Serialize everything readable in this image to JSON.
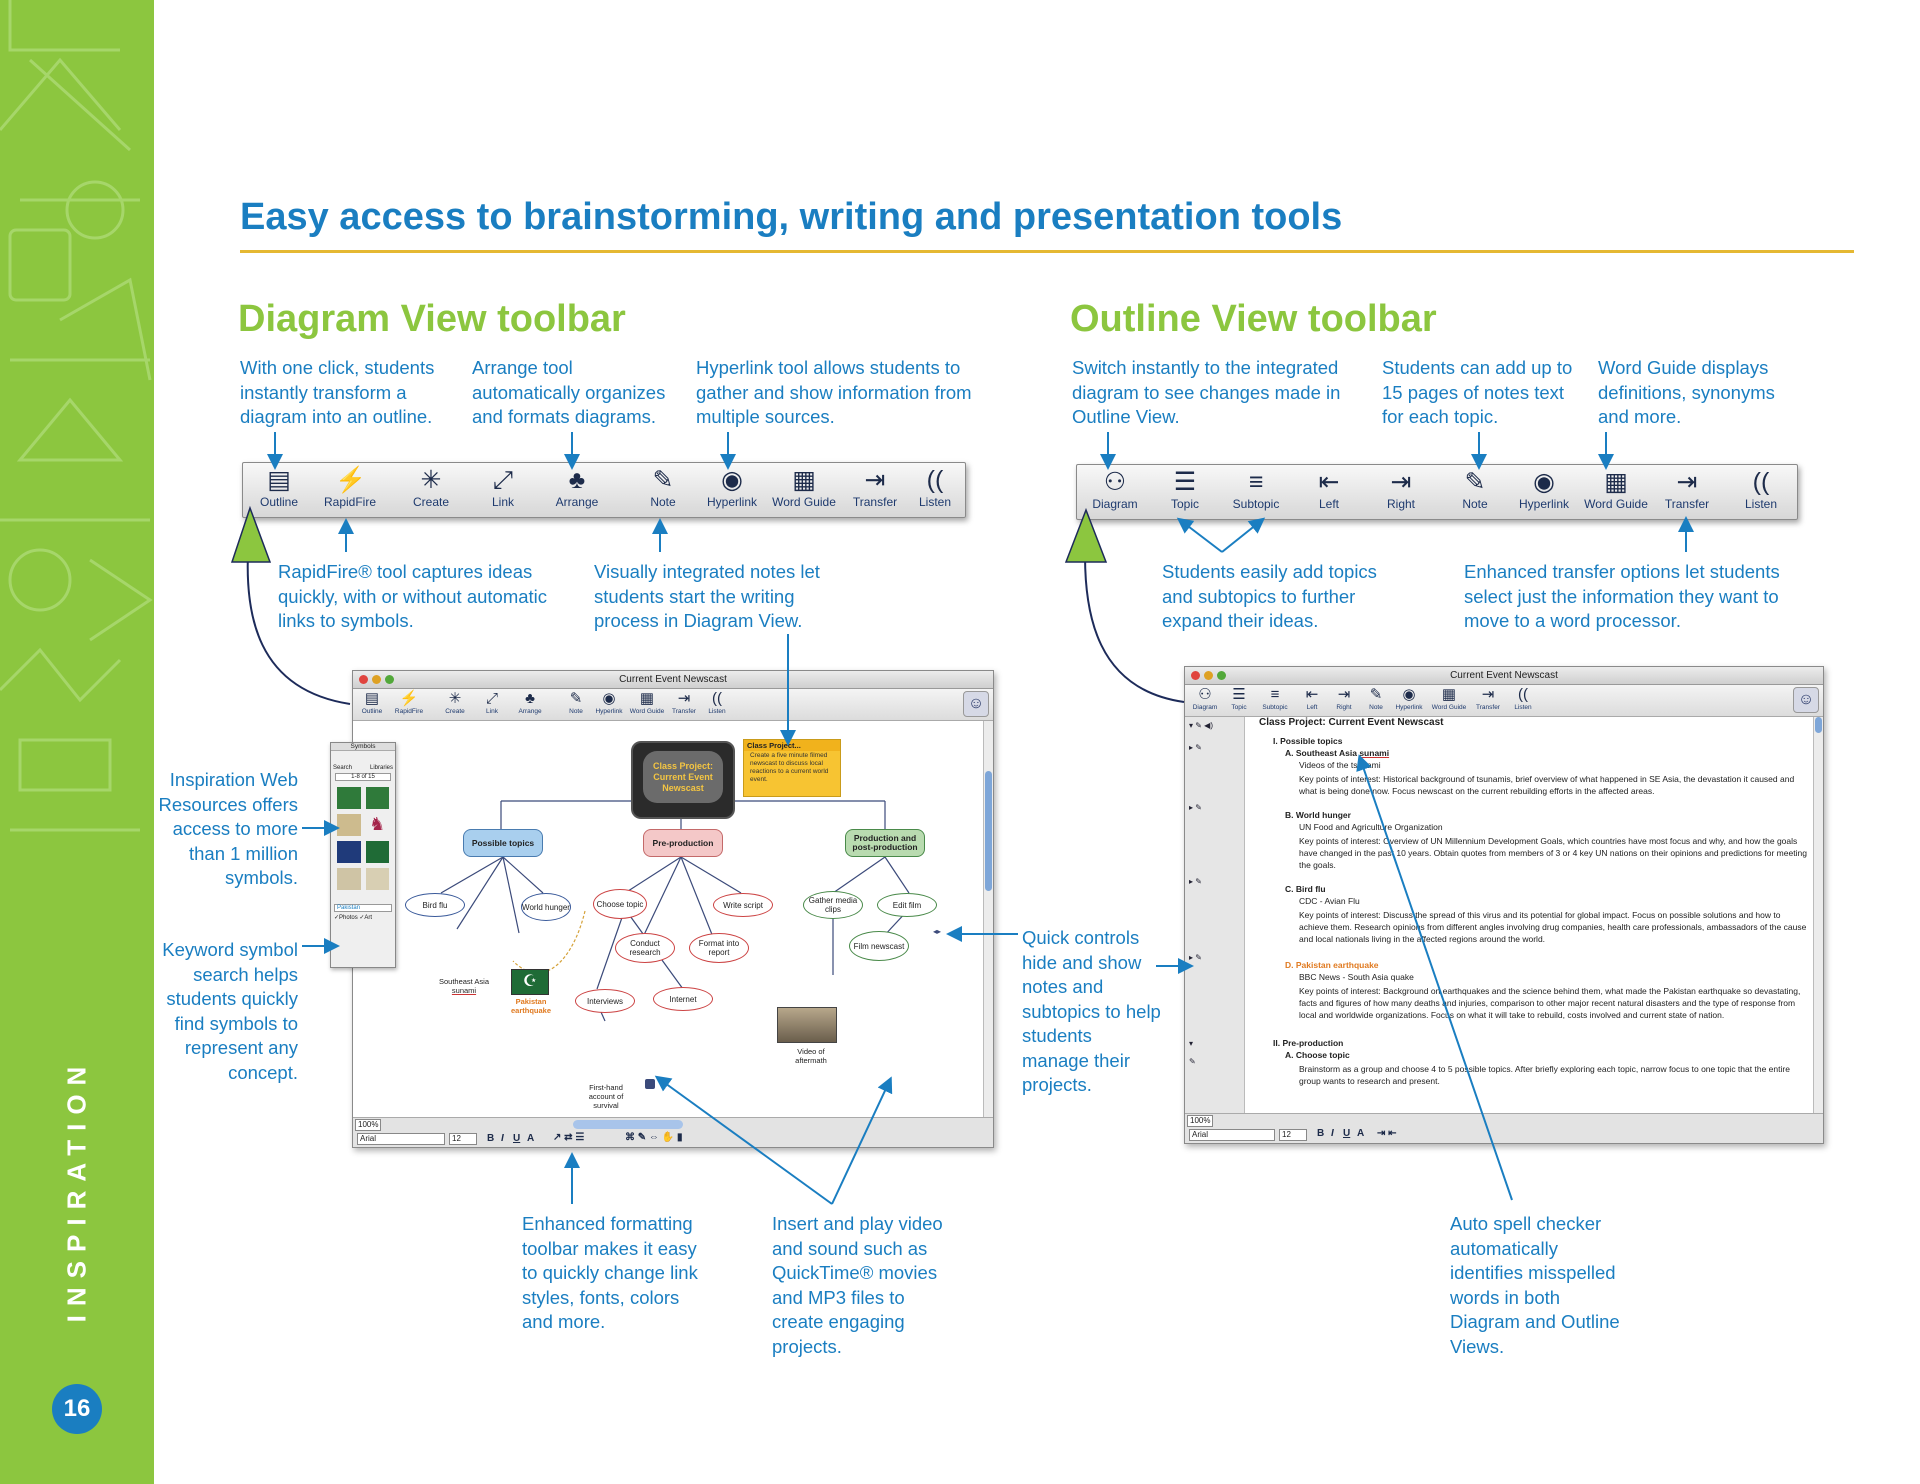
{
  "page": {
    "title": "Easy access to brainstorming, writing and presentation tools",
    "brand": "INSPIRATION",
    "page_number": "16",
    "colors": {
      "blue": "#1a7ec1",
      "green": "#8cc63f",
      "rule": "#e5b832"
    }
  },
  "diagram_section": {
    "heading": "Diagram View toolbar",
    "note_outline": "With one click, students instantly transform a diagram into an outline.",
    "note_arrange": "Arrange tool automatically organizes and formats diagrams.",
    "note_hyperlink": "Hyperlink tool allows students to gather and show information from multiple sources.",
    "note_rapidfire": "RapidFire® tool captures ideas quickly, with or without automatic links to symbols.",
    "note_notes": "Visually integrated notes let students start the writing process in Diagram View.",
    "note_web": "Inspiration Web Resources offers access to more than 1 million symbols.",
    "note_keyword": "Keyword symbol search helps students quickly find symbols to represent any concept.",
    "note_format": "Enhanced formatting toolbar makes it easy to quickly change link styles, fonts, colors and more.",
    "note_media": "Insert and play video and sound such as QuickTime® movies and MP3 files to create engaging projects.",
    "note_quick": "Quick controls hide and show notes and subtopics to help students manage their projects.",
    "toolbar": [
      {
        "label": "Outline",
        "icon": "outline-icon"
      },
      {
        "label": "RapidFire",
        "icon": "rapidfire-icon"
      },
      {
        "label": "Create",
        "icon": "create-icon"
      },
      {
        "label": "Link",
        "icon": "link-icon"
      },
      {
        "label": "Arrange",
        "icon": "arrange-icon"
      },
      {
        "label": "Note",
        "icon": "note-icon"
      },
      {
        "label": "Hyperlink",
        "icon": "hyperlink-icon"
      },
      {
        "label": "Word Guide",
        "icon": "word-guide-icon"
      },
      {
        "label": "Transfer",
        "icon": "transfer-icon"
      },
      {
        "label": "Listen",
        "icon": "listen-icon"
      }
    ]
  },
  "outline_section": {
    "heading": "Outline View toolbar",
    "note_diagram": "Switch instantly to the integrated diagram to see changes made in Outline View.",
    "note_pages": "Students can add up to 15 pages of notes text for each topic.",
    "note_wordguide": "Word Guide displays definitions, synonyms and more.",
    "note_topics": "Students easily add topics and subtopics to further expand their ideas.",
    "note_transfer": "Enhanced transfer options let students select just the information they want to move to a word processor.",
    "note_spell": "Auto spell checker automatically identifies misspelled words in both Diagram and Outline Views.",
    "toolbar": [
      {
        "label": "Diagram",
        "icon": "diagram-icon"
      },
      {
        "label": "Topic",
        "icon": "topic-icon"
      },
      {
        "label": "Subtopic",
        "icon": "subtopic-icon"
      },
      {
        "label": "Left",
        "icon": "left-icon"
      },
      {
        "label": "Right",
        "icon": "right-icon"
      },
      {
        "label": "Note",
        "icon": "note-icon"
      },
      {
        "label": "Hyperlink",
        "icon": "hyperlink-icon"
      },
      {
        "label": "Word Guide",
        "icon": "word-guide-icon"
      },
      {
        "label": "Transfer",
        "icon": "transfer-icon"
      },
      {
        "label": "Listen",
        "icon": "listen-icon"
      }
    ]
  },
  "diagram_window": {
    "title": "Current Event Newscast",
    "tools": [
      "Outline",
      "RapidFire",
      "Create",
      "Link",
      "Arrange",
      "Note",
      "Hyperlink",
      "Word Guide",
      "Transfer",
      "Listen"
    ],
    "tv_text": "Class Project: Current Event Newscast",
    "note_title": "Class Project...",
    "note_body": "Create a five minute filmed newscast to discuss local reactions to a current world event.",
    "nodes": {
      "possible_topics": "Possible topics",
      "pre_production": "Pre-production",
      "production": "Production and post-production",
      "bird_flu": "Bird flu",
      "world_hunger": "World hunger",
      "se_asia": "Southeast Asia",
      "sunami": "sunami",
      "pakistan": "Pakistan earthquake",
      "choose_topic": "Choose topic",
      "write_script": "Write script",
      "conduct_research": "Conduct research",
      "format_report": "Format into report",
      "interviews": "Interviews",
      "internet": "Internet",
      "first_hand": "First-hand account of survival",
      "gather_media": "Gather media clips",
      "edit_film": "Edit film",
      "film_newscast": "Film newscast",
      "video": "Video of aftermath"
    },
    "symbols_panel": {
      "title": "Symbols",
      "tab_search": "Search",
      "tab_libraries": "Libraries",
      "count": "1-8 of 15",
      "search_value": "Pakistan",
      "check_photos": "Photos",
      "check_art": "Art"
    },
    "zoom": "100%",
    "font": "Arial",
    "size": "12"
  },
  "outline_window": {
    "title": "Current Event Newscast",
    "tools": [
      "Diagram",
      "Topic",
      "Subtopic",
      "Left",
      "Right",
      "Note",
      "Hyperlink",
      "Word Guide",
      "Transfer",
      "Listen"
    ],
    "main_title": "Class Project: Current Event Newscast",
    "lines": {
      "i": "I.  Possible topics",
      "a": "A.  Southeast Asia ",
      "a_word": "sunami",
      "a_link": "Videos of the tsunami",
      "a_note": "Key points of interest: Historical background of tsunamis, brief overview of what happened in SE Asia, the devastation it caused and what is being done now. Focus newscast on the current rebuilding efforts in the affected areas.",
      "b": "B.  World hunger",
      "b_link": "UN Food and Agriculture Organization",
      "b_note": "Key points of interest: Overview of UN Millennium Development Goals, which countries have most focus and why, and how the goals have changed in the past 10 years. Obtain quotes from members of 3 or 4 key UN nations on their opinions and predictions for meeting the goals.",
      "c": "C.  Bird flu",
      "c_link": "CDC - Avian Flu",
      "c_note": "Key points of interest: Discuss the spread of this virus and its potential for global impact. Focus on possible solutions and how to achieve them. Research opinions from different angles involving drug companies, health care professionals, ambassadors of the cause and local nationals living in the affected regions around the world.",
      "d": "D.  Pakistan earthquake",
      "d_link": "BBC News - South Asia quake",
      "d_note": "Key points of interest: Background on earthquakes and the science behind them, what made the Pakistan earthquake so devastating, facts and figures of how many deaths and injuries, comparison to other major recent natural disasters and the type of response from local and worldwide organizations. Focus on what it will take to rebuild, costs involved and current state of nation.",
      "ii": "II.  Pre-production",
      "ii_a": "A.  Choose topic",
      "ii_a_note": "Brainstorm as a group and choose 4 to 5 possible topics. After briefly exploring each topic, narrow focus to one topic that the entire group wants to research and present."
    },
    "zoom": "100%",
    "font": "Arial",
    "size": "12"
  }
}
